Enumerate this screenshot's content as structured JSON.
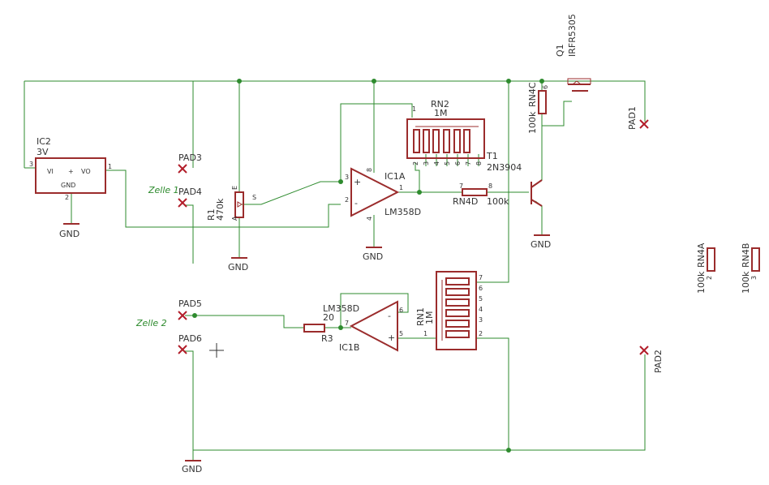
{
  "ic2": {
    "name": "IC2",
    "value": "3V",
    "pin_vi": "VI",
    "pin_vo": "VO",
    "pin_gnd": "GND",
    "pin_plus": "+",
    "pin3": "3",
    "pin1": "1",
    "pin2": "2"
  },
  "r1": {
    "name": "R1",
    "value": "470k",
    "pin_e": "E",
    "pin_s": "S",
    "pin_a": "A"
  },
  "ic1a": {
    "name": "IC1A",
    "value": "LM358D",
    "pin3": "3",
    "pin2": "2",
    "pin1": "1",
    "pin8": "8",
    "pin4": "4",
    "plus": "+",
    "minus": "-"
  },
  "ic1b": {
    "name": "IC1B",
    "value": "LM358D",
    "pin7": "7",
    "pin6": "6",
    "pin5": "5",
    "plus": "+",
    "minus": "-"
  },
  "rn2": {
    "name": "RN2",
    "value": "1M",
    "pins": [
      "1",
      "2",
      "3",
      "4",
      "5",
      "6",
      "7",
      "8"
    ]
  },
  "rn1": {
    "name": "RN1",
    "value": "1M",
    "pins": [
      "7",
      "6",
      "5",
      "4",
      "3",
      "2",
      "1"
    ]
  },
  "rn4c": {
    "name": "RN4C",
    "value": "100k",
    "pin": "6"
  },
  "rn4d": {
    "name": "RN4D",
    "value": "100k",
    "pin7": "7",
    "pin8": "8"
  },
  "rn4a": {
    "name": "RN4A",
    "value": "100k",
    "pin": "2"
  },
  "rn4b": {
    "name": "RN4B",
    "value": "100k",
    "pin": "3"
  },
  "t1": {
    "name": "T1",
    "value": "2N3904"
  },
  "q1": {
    "name": "Q1",
    "value": "IRFR5305"
  },
  "r3": {
    "name": "R3",
    "value": "20"
  },
  "pads": {
    "pad1": "PAD1",
    "pad2": "PAD2",
    "pad3": "PAD3",
    "pad4": "PAD4",
    "pad5": "PAD5",
    "pad6": "PAD6"
  },
  "nets": {
    "zelle1": "Zelle 1",
    "zelle2": "Zelle 2"
  },
  "gnd": "GND"
}
